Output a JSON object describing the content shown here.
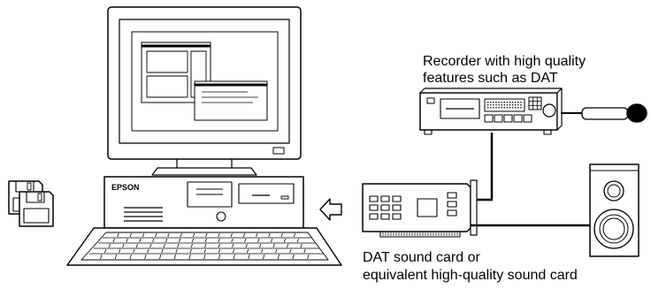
{
  "labels": {
    "recorder_line1": "Recorder with high quality",
    "recorder_line2": "features such as DAT",
    "soundcard_line1": "DAT sound card or",
    "soundcard_line2": "equivalent high-quality sound card",
    "brand": "EPSON"
  }
}
